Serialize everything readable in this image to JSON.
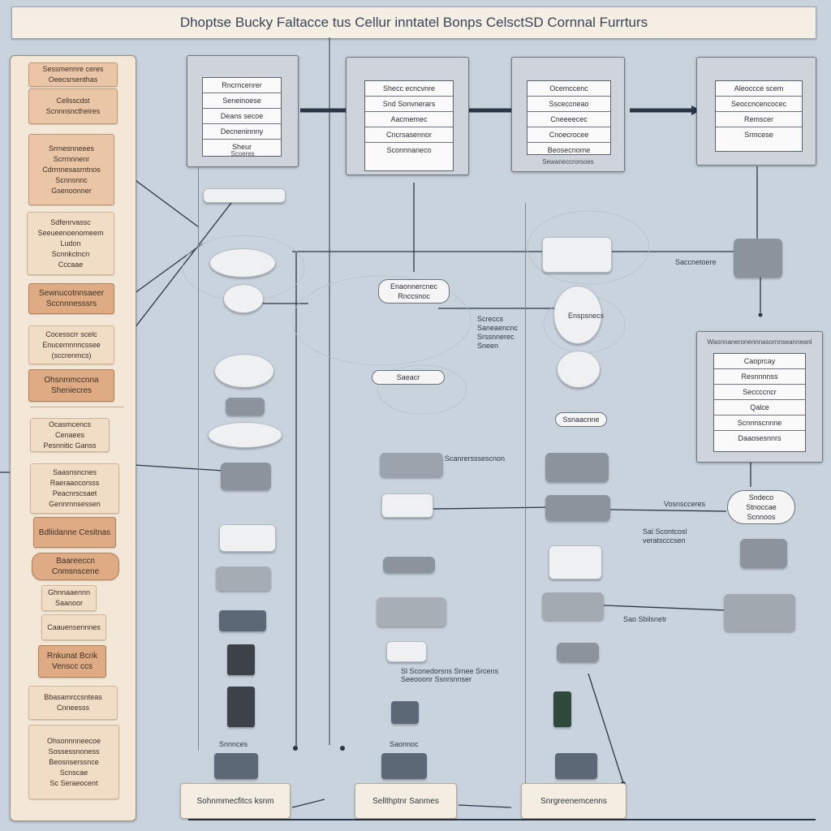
{
  "title": "Dhoptse Bucky Faltacce tus Cellur inntatel Bonps CelsctSD Cornnal Furrturs",
  "sidebar": {
    "boxes": [
      {
        "lines": [
          "Sessmennre ceres",
          "Oeecsrsenthas"
        ]
      },
      {
        "lines": [
          "Cellsscdst",
          "Scnnnsnctheires"
        ]
      },
      {
        "lines": [
          "Srrnesnneees",
          "Scrrnnnenr",
          "Cdrrnnesasrntnos",
          "Scnnsnnc",
          "Gsenoonner"
        ]
      },
      {
        "lines": [
          "Sdfenrvassc",
          "Seeueenoenomeem",
          "Ludon",
          "Scnnkctncn",
          "Cccaae"
        ]
      },
      {
        "lines": [
          "Sewnucotnnsaeer",
          "Sccnnnesssrs"
        ]
      },
      {
        "lines": [
          "Cocesscrr scelc",
          "Enucemnnncssee",
          "(sccrenmcs)"
        ]
      },
      {
        "lines": [
          "Ohsnmmccnna",
          "Sheniecres"
        ]
      },
      {
        "lines": [
          "Ocasmcencs",
          "Cenaees",
          "Pesnnitic Ganss"
        ]
      },
      {
        "lines": [
          "Saasnsncnes",
          "Raeraaocorsss",
          "Peacnrscsaet",
          "Gennrnnsessen"
        ]
      },
      {
        "lines": [
          "Bdliidanne Cesitnas"
        ]
      },
      {
        "lines": [
          "Baareeccn",
          "Cnmsnscene"
        ]
      },
      {
        "lines": [
          "Ghnnaaennn",
          "Saanoor"
        ]
      },
      {
        "lines": [
          "Caauensennnes"
        ]
      },
      {
        "lines": [
          "Rnkunat Bcrik",
          "Venscc  ccs"
        ]
      },
      {
        "lines": [
          "Bbasamrccsnteas",
          "Cnneesss"
        ]
      },
      {
        "lines": [
          "Ohsonnnneecoe",
          "Sossessnoness",
          "Beosnserssnce",
          "Scnscae",
          "Sc Seraeocent"
        ]
      }
    ]
  },
  "panels": [
    {
      "rows": [
        "Rncrncenrer",
        "Seneinoese",
        "Deans secoe",
        "Decneninnny",
        "Sheur"
      ],
      "caption": "Scoeres"
    },
    {
      "rows": [
        "Shecc ecncvnre",
        "Snd Sonvnerars",
        "Aacmemec",
        "Cncrsasennor",
        "Sconnnaneco"
      ],
      "caption": ""
    },
    {
      "rows": [
        "Ocemccenc",
        "Ssceccneao",
        "Cneeeecec",
        "Cnoecrocee",
        "Beosecnome"
      ],
      "caption": "Sewaneccrorsoes"
    },
    {
      "rows": [
        "Aleoccce scem",
        "Seoccncencocec",
        "Remscer",
        "Srmcese"
      ],
      "caption": ""
    },
    {
      "header": "Waonnaneronennnasornnseanneanl",
      "rows": [
        "Caoprcay",
        "Resnnnnss",
        "Seccccncr",
        "Qalce",
        "Scnnnscnnne",
        "Daaosesnnrs"
      ],
      "caption": ""
    }
  ],
  "labels": {
    "right_node": "Saccnetoere",
    "mid_note": [
      "Screccs",
      "Saneaencnc",
      "Srssnnerec",
      "Sneen"
    ],
    "bubble_a": [
      "Enaonnercnec",
      "Rnccsnoc"
    ],
    "bubble_b": "Saeacr",
    "bubble_c": "Ssnaacnne",
    "center_wire": "Scanrersssescnon",
    "right_wire": "Vosnscceres",
    "right_wire2": [
      "Sal  Scontcosl",
      "veratscccsen"
    ],
    "bottom_wire": "Sao Sbilsnetr",
    "lane3_bottom": [
      "Sl Sconedorsns  Srnee Srcens",
      "Seeooonr Ssnrsnnser"
    ],
    "device_caption_1": "Snnnces",
    "device_caption_2": "Saonnoc",
    "tag_a": "Enspsnecs",
    "tag_b": "Sndeco",
    "tag_c": "Stnoccae",
    "tag_d": "Scnnoos"
  },
  "footer": {
    "boxes": [
      "Sohnmmecfitcs ksnm",
      "Sellthptnr Sanmes",
      "Snrgreenemcenns"
    ]
  }
}
